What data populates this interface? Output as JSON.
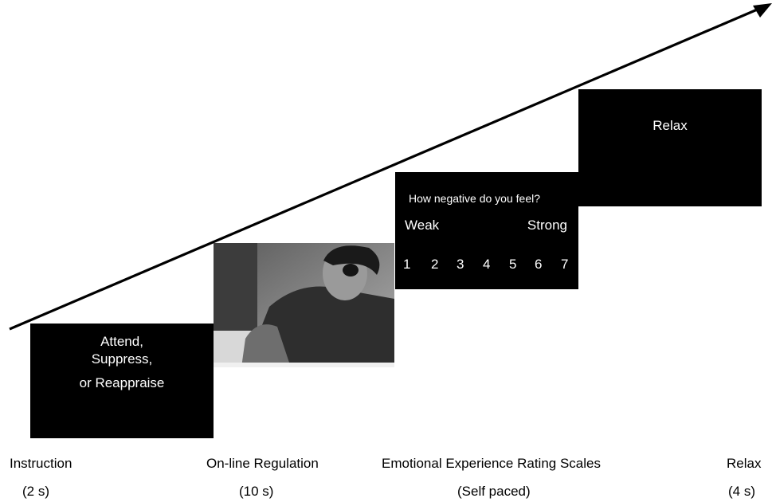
{
  "instruction_panel": {
    "line1": "Attend,",
    "line2": "Suppress,",
    "line3": "or Reappraise"
  },
  "photo_panel": {
    "image": "grayscale photograph of a person with facial bruises seated at a table"
  },
  "rating_panel": {
    "question": "How negative do you feel?",
    "low_label": "Weak",
    "high_label": "Strong",
    "scale": [
      "1",
      "2",
      "3",
      "4",
      "5",
      "6",
      "7"
    ]
  },
  "relax_panel": {
    "text": "Relax"
  },
  "captions": {
    "instruction": {
      "label": "Instruction",
      "duration": "(2 s)"
    },
    "regulation": {
      "label": "On-line Regulation",
      "duration": "(10 s)"
    },
    "rating": {
      "label": "Emotional Experience Rating Scales",
      "duration": "(Self paced)"
    },
    "relax": {
      "label": "Relax",
      "duration": "(4 s)"
    }
  },
  "colors": {
    "panel": "#000000",
    "panel_text": "#ffffff",
    "arrow": "#000000"
  }
}
